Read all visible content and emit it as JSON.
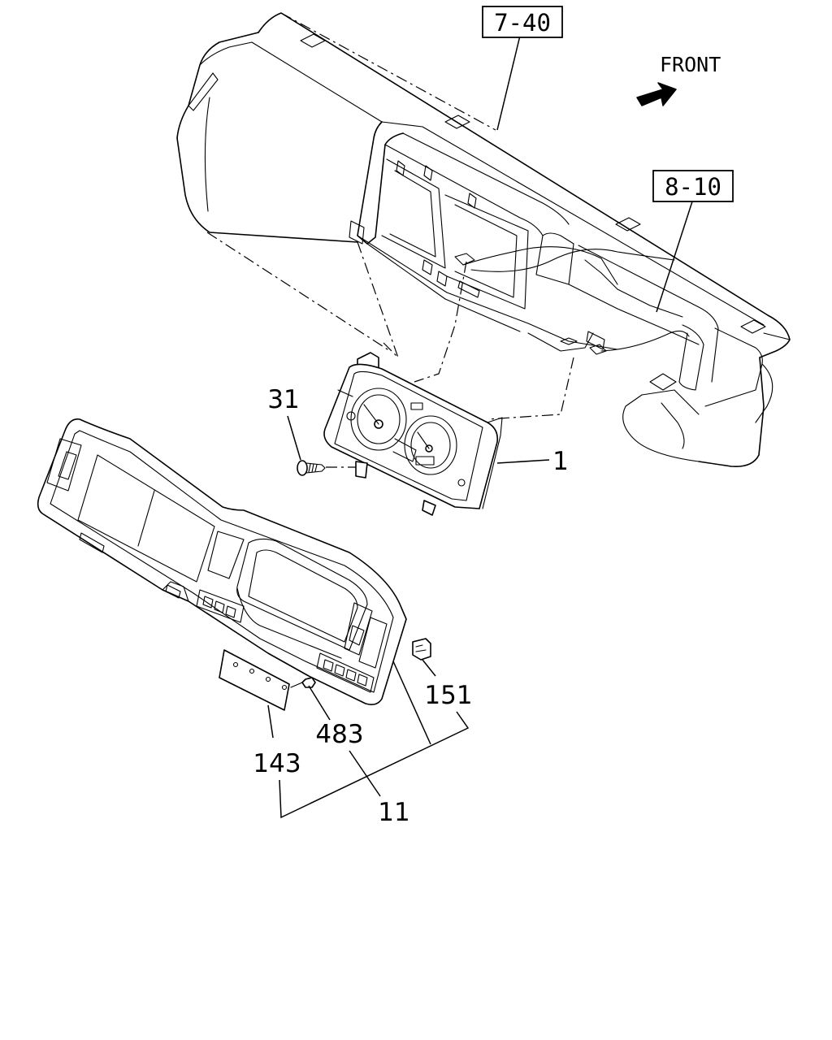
{
  "references": {
    "dashboard_ref": "7-40",
    "harness_ref": "8-10"
  },
  "direction": {
    "label": "FRONT"
  },
  "callouts": {
    "meter_assembly": "1",
    "screw": "31",
    "cluster_panel": "11",
    "plate": "143",
    "clip": "151",
    "nut": "483"
  }
}
